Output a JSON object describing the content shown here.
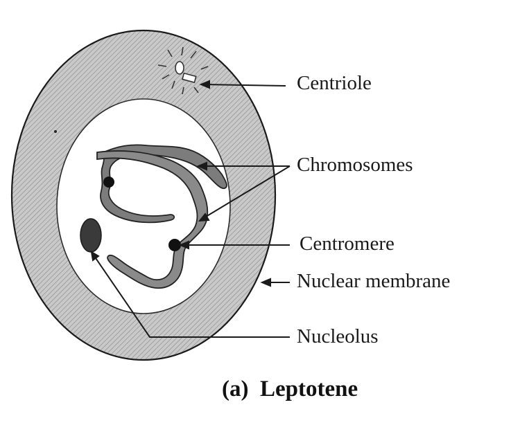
{
  "labels": {
    "centriole": "Centriole",
    "chromosomes": "Chromosomes",
    "centromere": "Centromere",
    "nuclear_membrane": "Nuclear membrane",
    "nucleolus": "Nucleolus"
  },
  "caption": {
    "tag": "(a)",
    "title": "Leptotene"
  },
  "colors": {
    "membrane_fill": "#bdbdbd",
    "chromosome_fill": "#7c7c7c",
    "chromosome_outline": "#222222",
    "nucleolus": "#3a3a3a",
    "line": "#1a1a1a"
  }
}
